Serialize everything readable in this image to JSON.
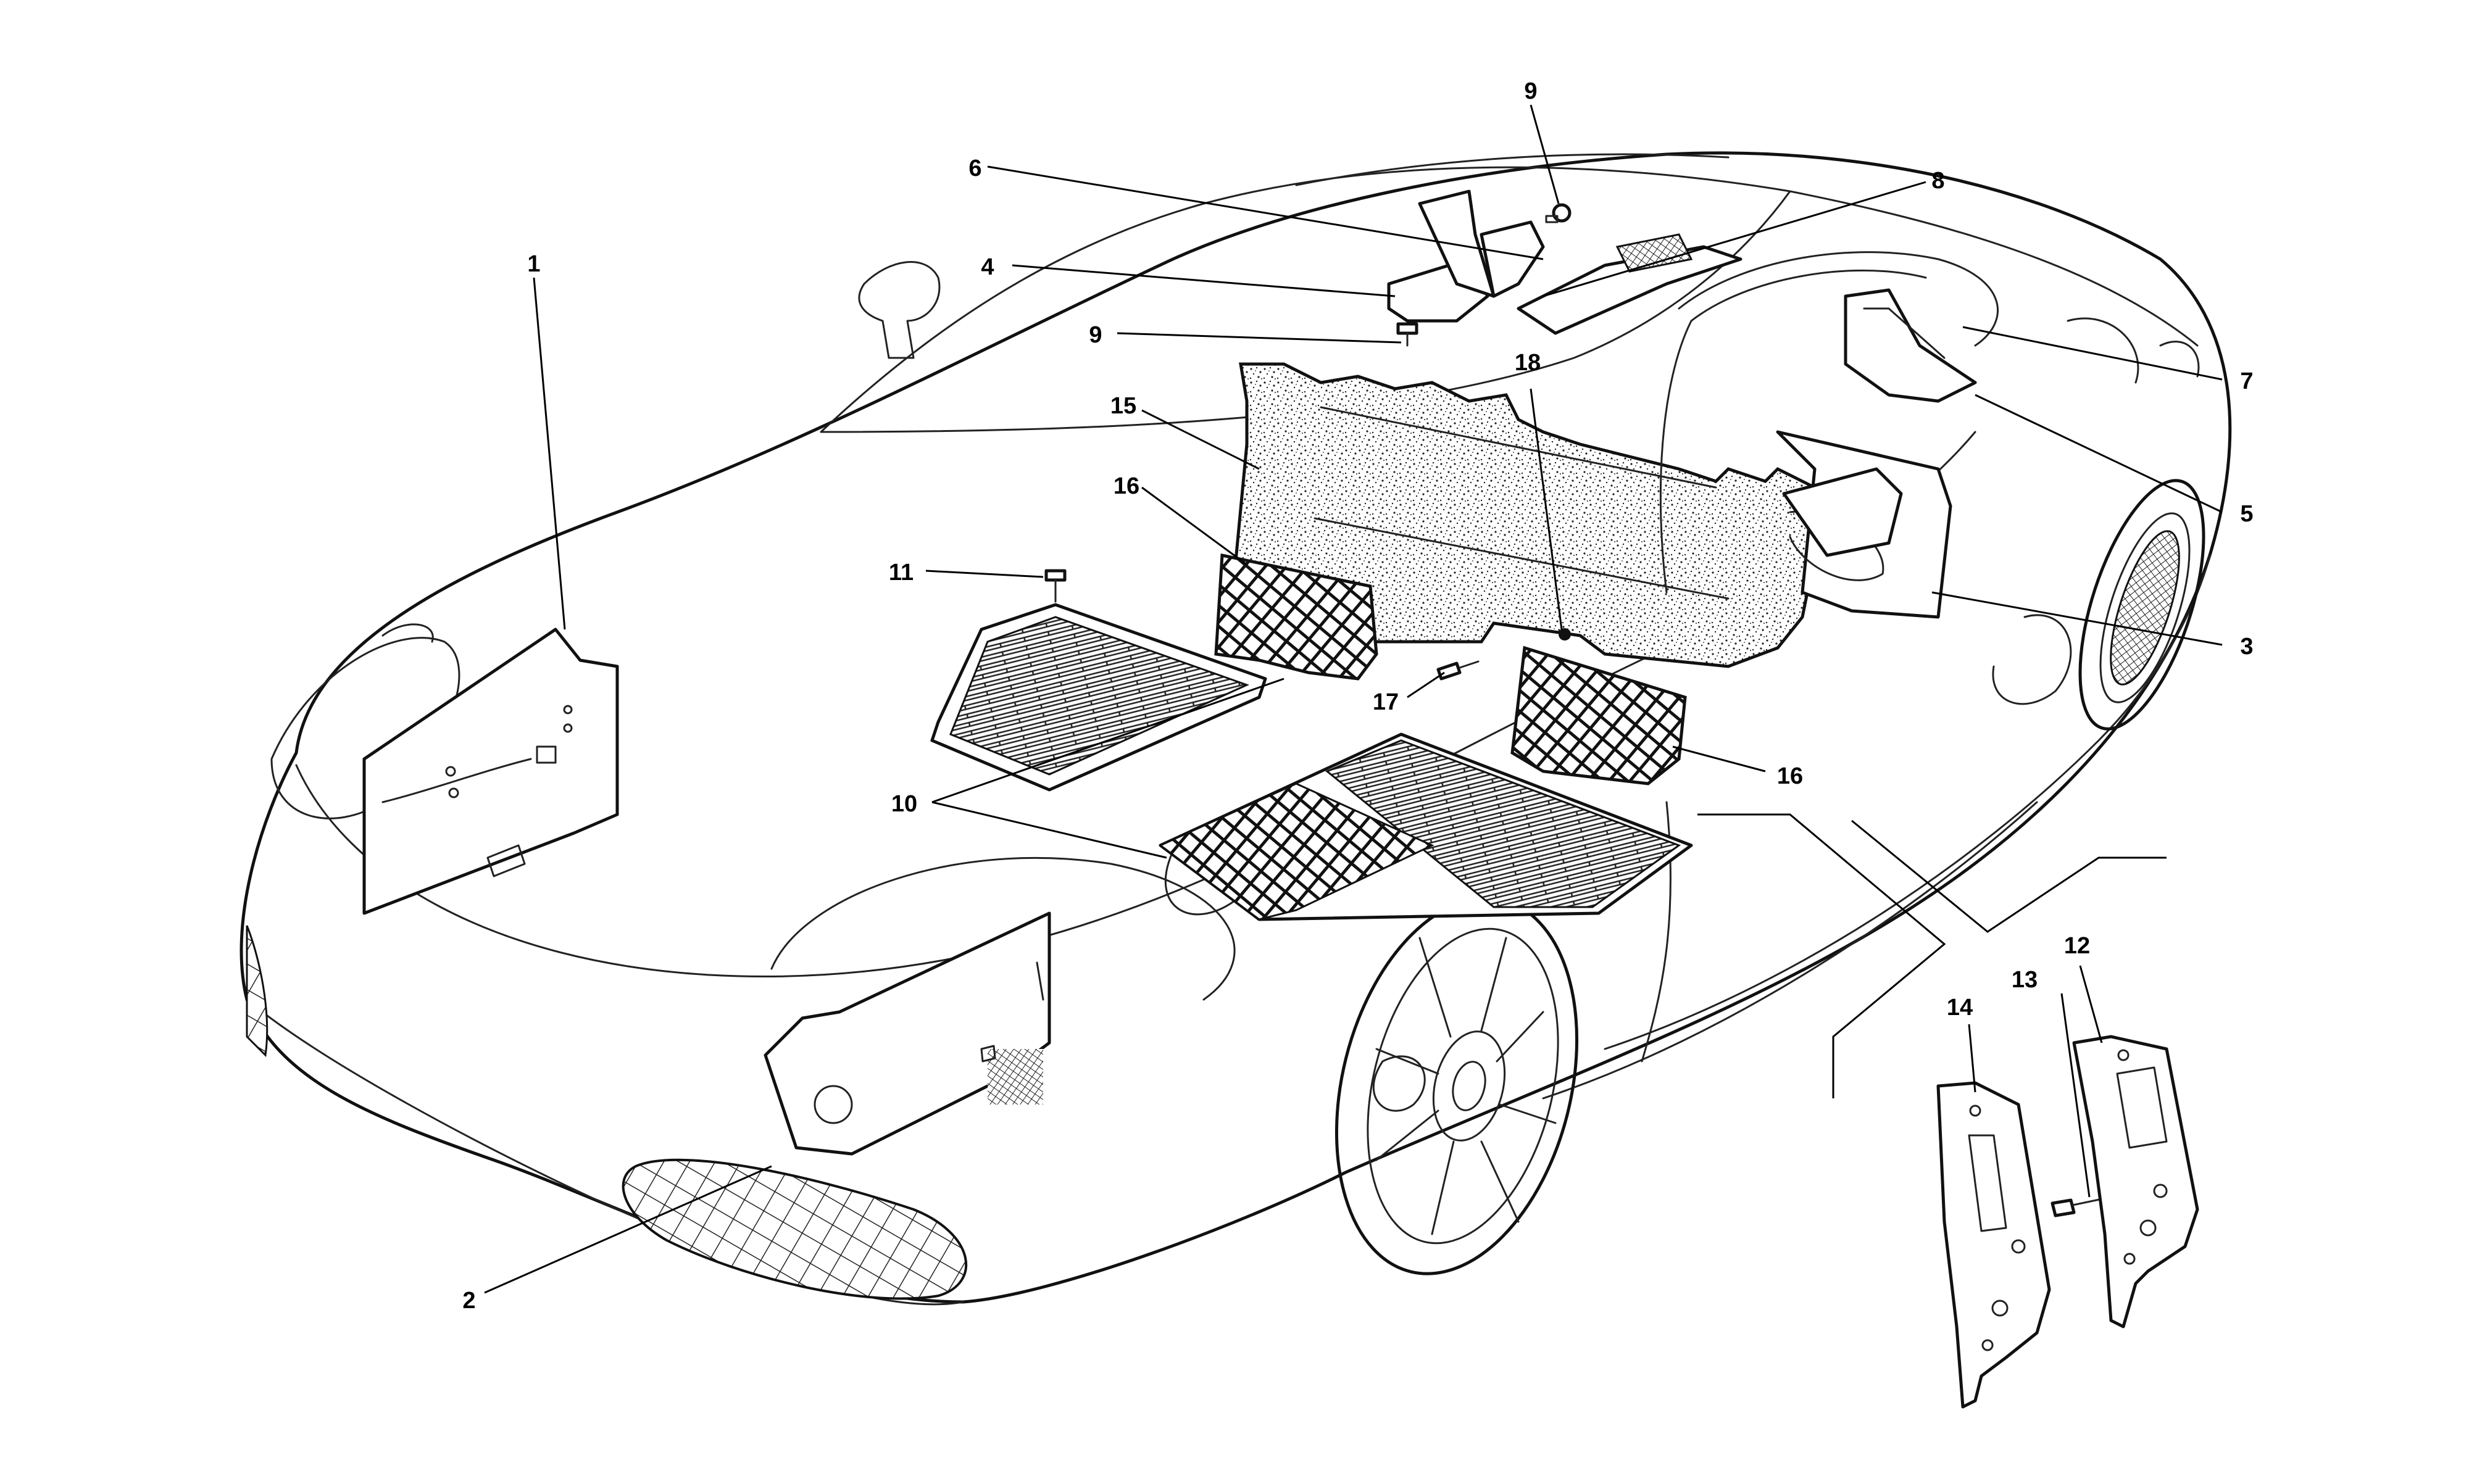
{
  "callouts": [
    {
      "label": "1"
    },
    {
      "label": "2"
    },
    {
      "label": "3"
    },
    {
      "label": "4"
    },
    {
      "label": "5"
    },
    {
      "label": "6"
    },
    {
      "label": "7"
    },
    {
      "label": "8"
    },
    {
      "label": "9"
    },
    {
      "label": "9"
    },
    {
      "label": "10"
    },
    {
      "label": "11"
    },
    {
      "label": "12"
    },
    {
      "label": "13"
    },
    {
      "label": "14"
    },
    {
      "label": "15"
    },
    {
      "label": "16"
    },
    {
      "label": "16"
    },
    {
      "label": "17"
    },
    {
      "label": "18"
    }
  ]
}
